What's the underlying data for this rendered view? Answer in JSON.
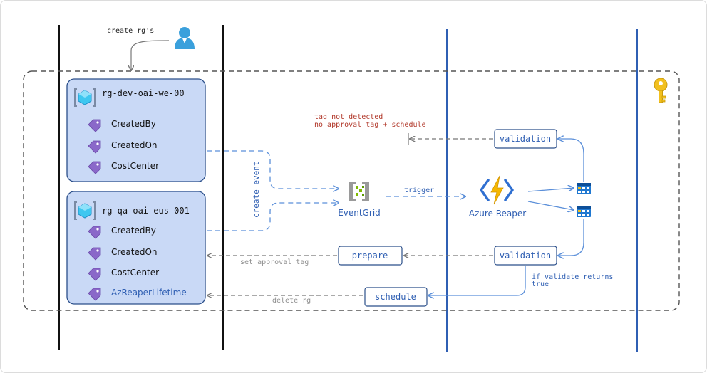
{
  "colors": {
    "line": "#111111",
    "blue": "#2f5fb3",
    "flow": "#5b8fd9",
    "rgFill": "#c9d9f6",
    "rgStroke": "#2b4f8a",
    "tagPurple": "#8a68c9",
    "red": "#b23a2c",
    "muted": "#8f8f8f",
    "dashed": "#555555",
    "key": "#f2c01e"
  },
  "labels": {
    "create_rgs": "create rg's",
    "create_event": "create event",
    "trigger": "trigger",
    "tag_not_detected_1": "tag not detected",
    "tag_not_detected_2": "no approval tag + schedule",
    "set_approval_tag": "set approval tag",
    "delete_rg": "delete rg",
    "if_validate_1": "if validate returns",
    "if_validate_2": "true"
  },
  "resource_groups": [
    {
      "name": "rg-dev-oai-we-00",
      "tags": [
        "CreatedBy",
        "CreatedOn",
        "CostCenter"
      ]
    },
    {
      "name": "rg-qa-oai-eus-001",
      "tags": [
        "CreatedBy",
        "CreatedOn",
        "CostCenter",
        "AzReaperLifetime"
      ]
    }
  ],
  "nodes": {
    "eventgrid": "EventGrid",
    "reaper": "Azure Reaper",
    "validation_top": "validation",
    "validation_bottom": "validation",
    "prepare": "prepare",
    "schedule": "schedule"
  },
  "icons": {
    "user": "user-icon",
    "key": "key-icon",
    "resource_group": "resource-group-icon",
    "tag": "tag-icon",
    "eventgrid": "eventgrid-icon",
    "function": "azure-function-icon",
    "table": "table-storage-icon"
  }
}
